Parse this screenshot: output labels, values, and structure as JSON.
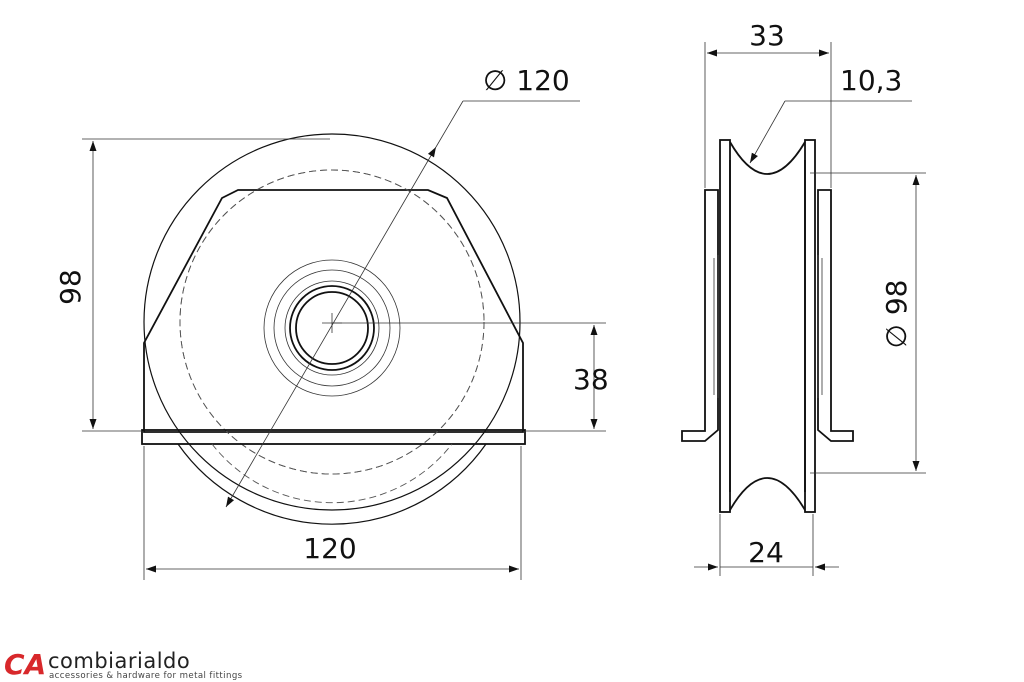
{
  "drawing": {
    "front_view": {
      "height_label": "98",
      "diameter_label": "∅ 120",
      "axle_height_label": "38",
      "width_label": "120"
    },
    "side_view": {
      "overall_width_label": "33",
      "groove_label": "10,3",
      "diameter_label": "∅ 98",
      "wheel_width_label": "24"
    }
  },
  "brand": {
    "mark": "CA",
    "name": "combiarialdo",
    "tagline": "accessories & hardware for metal fittings",
    "color": "#d8282b"
  }
}
